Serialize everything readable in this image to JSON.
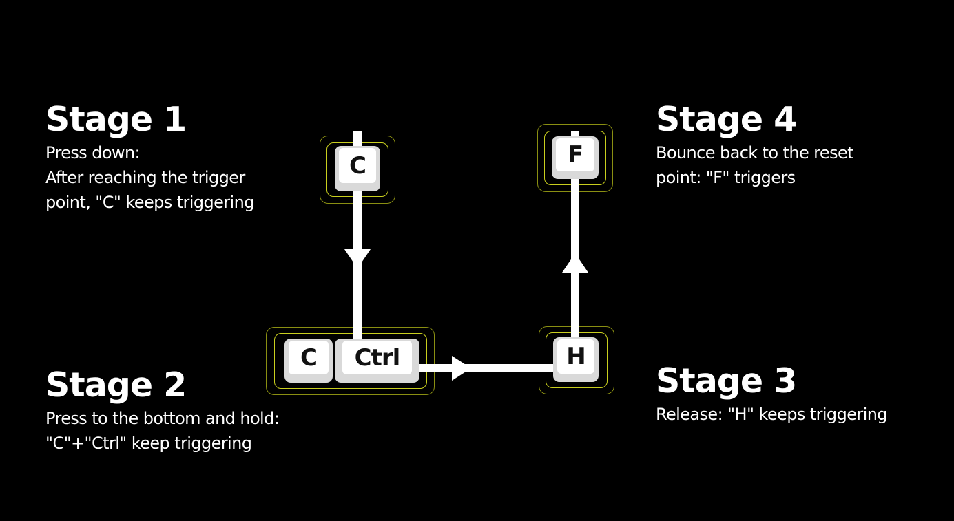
{
  "stages": [
    {
      "title": "Stage 1",
      "lines": [
        "Press down:",
        "After reaching the trigger",
        "point, \"C\" keeps triggering"
      ]
    },
    {
      "title": "Stage 2",
      "lines": [
        "Press to the bottom and hold:",
        "\"C\"+\"Ctrl\" keep triggering"
      ]
    },
    {
      "title": "Stage 3",
      "lines": [
        "Release: \"H\" keeps triggering"
      ]
    },
    {
      "title": "Stage 4",
      "lines": [
        "Bounce back to the reset",
        "point: \"F\" triggers"
      ]
    }
  ],
  "keys": {
    "stage1": [
      "C"
    ],
    "stage2": [
      "C",
      "Ctrl"
    ],
    "stage3": [
      "H"
    ],
    "stage4": [
      "F"
    ]
  },
  "colors": {
    "background": "#000000",
    "text": "#ffffff",
    "keycap_base": "#d9d9d9",
    "keycap_top": "#ffffff",
    "glow_ring": "#c9cf1e"
  }
}
